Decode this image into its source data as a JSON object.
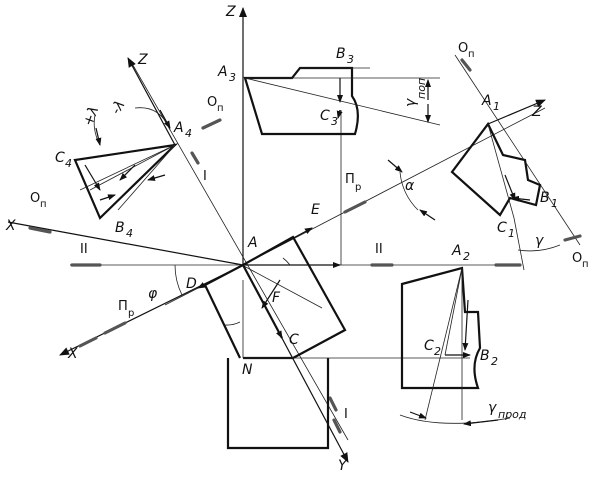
{
  "labels": {
    "axis_z_top": "Z",
    "axis_z_left": "Z",
    "axis_z_right": "Z",
    "axis_x_upper": "X",
    "axis_x_lower": "X",
    "axis_y": "Y",
    "point_a": "A",
    "point_a1": "A",
    "point_a1_sub": "1",
    "point_a2": "A",
    "point_a2_sub": "2",
    "point_a3": "A",
    "point_a3_sub": "3",
    "point_a4": "A",
    "point_a4_sub": "4",
    "point_b1": "B",
    "point_b1_sub": "1",
    "point_b2": "B",
    "point_b2_sub": "2",
    "point_b3": "B",
    "point_b3_sub": "3",
    "point_b4": "B",
    "point_b4_sub": "4",
    "point_c": "C",
    "point_c1": "C",
    "point_c1_sub": "1",
    "point_c2": "C",
    "point_c2_sub": "2",
    "point_c3": "C",
    "point_c3_sub": "3",
    "point_c4": "C",
    "point_c4_sub": "4",
    "point_d": "D",
    "point_e": "E",
    "point_f": "F",
    "point_n": "N",
    "plane_pr_upper": "П",
    "plane_pr_upper_sub": "р",
    "plane_pr_lower": "П",
    "plane_pr_lower_sub": "р",
    "plane_on_1": "O",
    "plane_on_1_sub": "п",
    "plane_on_2": "O",
    "plane_on_2_sub": "п",
    "plane_on_3": "O",
    "plane_on_3_sub": "п",
    "plane_on_4": "O",
    "plane_on_4_sub": "п",
    "section_i_upper": "I",
    "section_i_lower": "I",
    "section_ii_left": "II",
    "section_ii_right": "II",
    "angle_phi": "φ",
    "angle_alpha": "α",
    "angle_gamma": "γ",
    "angle_gamma_pop": "γ",
    "angle_gamma_pop_sub": "поп",
    "angle_gamma_prod": "γ",
    "angle_gamma_prod_sub": "прод",
    "angle_plus_lambda": "+λ",
    "angle_minus_lambda": "-λ"
  }
}
